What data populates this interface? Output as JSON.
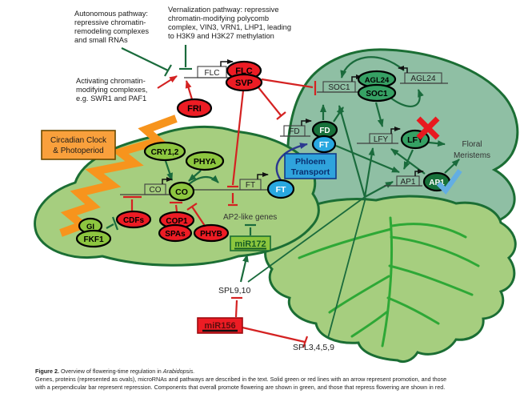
{
  "colors": {
    "blob_fill": "#a6ce7f",
    "blob_border": "#1b6e34",
    "meristem_fill": "#8fbfa4",
    "red": "#ed1c24",
    "line_red": "#d42222",
    "dark_green_line": "#1a6b3c",
    "yellow_green": "#8dc63f",
    "medium_green": "#36a164",
    "deep_green": "#17713a",
    "blue": "#29a8e0",
    "navy": "#2b3990",
    "orange": "#f7941d",
    "mir172_bg": "#8cc63e",
    "leaf_vein": "#2ea836"
  },
  "annotations": {
    "autonomous": {
      "lines": [
        "Autonomous pathway:",
        "repressive chromatin-",
        "remodeling complexes",
        "and small RNAs"
      ]
    },
    "vernalization": {
      "lines": [
        "Vernalization pathway: repressive",
        "chromatin-modifying polycomb",
        "complex, VIN3, VRN1, LHP1, leading",
        "to H3K9 and H3K27 methylation"
      ]
    },
    "activating": {
      "lines": [
        "Activating chromatin-",
        "modifying complexes,",
        "e.g. SWR1 and PAF1"
      ]
    },
    "circadian": {
      "lines": [
        "Circadian Clock",
        "& Photoperiod"
      ]
    },
    "phloem": {
      "lines": [
        "Phloem",
        "Transport"
      ]
    },
    "floral": {
      "lines": [
        "Floral",
        "Meristems"
      ]
    },
    "ap2": "AP2-like genes",
    "spl910": "SPL9,10",
    "spl3459": "SPL3,4,5,9"
  },
  "genes": {
    "flc": "FLC",
    "co": "CO",
    "ft": "FT",
    "fd": "FD",
    "soc1": "SOC1",
    "agl24": "AGL24",
    "lfy": "LFY",
    "ap1": "AP1"
  },
  "ovals": {
    "flc": "FLC",
    "svp": "SVP",
    "fri": "FRI",
    "cry12": "CRY1,2",
    "phya": "PHYA",
    "co": "CO",
    "gi": "GI",
    "fkf1": "FKF1",
    "cdfs": "CDFs",
    "cop1": "COP1",
    "spas": "SPAs",
    "phyb": "PHYB",
    "ft_leaf": "FT",
    "fd": "FD",
    "ft_shoot": "FT",
    "agl24": "AGL24",
    "soc1": "SOC1",
    "lfy": "LFY",
    "ap1": "AP1"
  },
  "mirnas": {
    "mir172": "miR172",
    "mir156": "miR156"
  },
  "caption": {
    "figure_label": "Figure 2.",
    "title": " Overview of flowering-time regulation in ",
    "species": "Arabidopsis.",
    "line2": "Genes, proteins (represented as ovals), microRNAs and pathways are described in the text. Solid green or red lines with an arrow represent promotion, and those",
    "line3": "with a perpendicular bar represent repression. Components that overall promote flowering are shown in green, and those that repress flowering are shown in red."
  }
}
